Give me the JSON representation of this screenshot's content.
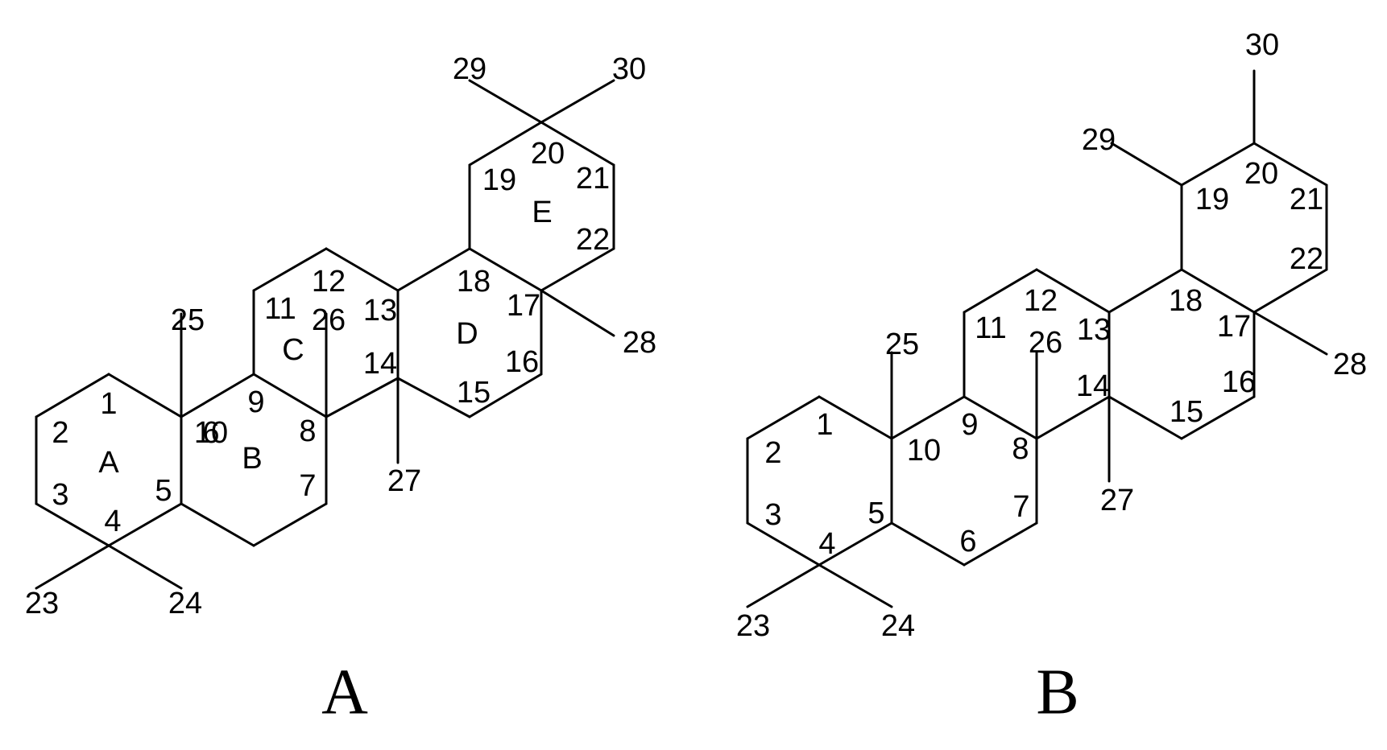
{
  "structure_a": {
    "title": "A",
    "ring_labels": [
      "A",
      "B",
      "C",
      "D",
      "E"
    ],
    "atom_labels": [
      "1",
      "2",
      "3",
      "4",
      "5",
      "6",
      "7",
      "8",
      "9",
      "10",
      "11",
      "12",
      "13",
      "14",
      "15",
      "16",
      "17",
      "18",
      "19",
      "20",
      "21",
      "22",
      "23",
      "24",
      "25",
      "26",
      "27",
      "28",
      "29",
      "30"
    ]
  },
  "structure_b": {
    "title": "B",
    "atom_labels": [
      "1",
      "2",
      "3",
      "4",
      "5",
      "6",
      "7",
      "8",
      "9",
      "10",
      "11",
      "12",
      "13",
      "14",
      "15",
      "16",
      "17",
      "18",
      "19",
      "20",
      "21",
      "22",
      "23",
      "24",
      "25",
      "26",
      "27",
      "28",
      "29",
      "30"
    ]
  }
}
